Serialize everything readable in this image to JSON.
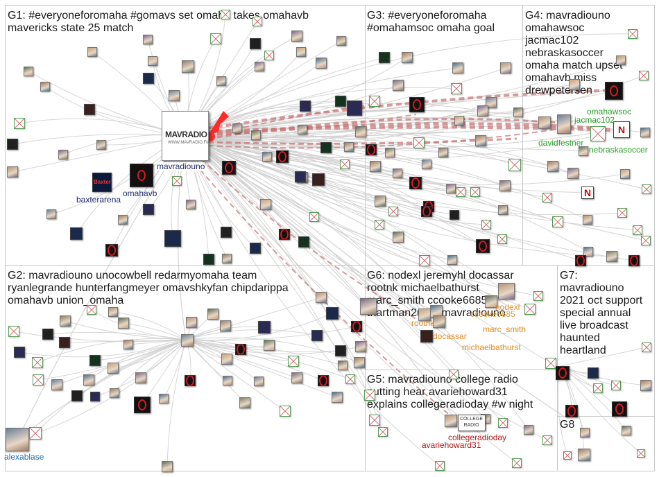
{
  "groups": [
    {
      "id": "G1",
      "text": "G1: #everyoneforomaha #gomavs set omaha takes omahavb\nmavericks state 25 match"
    },
    {
      "id": "G2",
      "text": "G2: mavradiouno unocowbell redarmyomaha team\nryanlegrande hunterfangmeyer omavshkyfan chipdarippa\nomahavb union_omaha"
    },
    {
      "id": "G3",
      "text": "G3: #everyoneforomaha\n#omahamsoc omaha goal"
    },
    {
      "id": "G4",
      "text": "G4: mavradiouno\nomahawsoc\njacmac102\nnebraskasoccer\nomaha match upset\nomahavb miss\ndrewpetersen"
    },
    {
      "id": "G5",
      "text": "G5: mavradiouno college radio\nputting hear avariehoward31\nexplains collegeradioday #w night"
    },
    {
      "id": "G6",
      "text": "G6: nodexl jeremyhl docassar\nrootnk michaelbathurst\nmarc_smith ccooke6685\nthartman2u #ff mavradiouno"
    },
    {
      "id": "G7",
      "text": "G7:\nmavradiouno\n2021 oct support\nspecial annual\nlive broadcast\nhaunted\nheartland"
    },
    {
      "id": "G8",
      "text": "G8"
    }
  ],
  "hub": {
    "logo_text": "MAVRADIO",
    "logo_sub": "WWW.MAVRADIO.FM",
    "label": "mavradiouno"
  },
  "labels": {
    "omahavb": "omahavb",
    "baxterarena": "baxterarena",
    "alexablase": "alexablase",
    "omahawsoc": "omahawsoc",
    "jacmac102": "jacmac102",
    "davidfestner": "davidfestner",
    "nebraskasoccer": "nebraskasoccer",
    "docassar": "docassar",
    "marc_smith": "marc_smith",
    "michaelbathurst": "michaelbathurst",
    "nodexl": "nodexl",
    "ccooke6685": "ccooke6685",
    "rootnk": "rootnk",
    "collegeradioday": "collegeradioday",
    "avariehoward31": "avariehoward31",
    "college_radio_logo": "COLLEGE\nRADIO",
    "baxter_logo": "Baxter"
  },
  "colors": {
    "group_border": "#c8c8c8",
    "edge_gray": "#cfcfcf",
    "edge_red": "#c97878",
    "label_navy": "#1f2f6b",
    "label_green": "#2aa02a",
    "label_orange": "#e08a1e",
    "label_red": "#b01818",
    "label_blue": "#1f6fb3",
    "omaha_red": "#d71920"
  }
}
